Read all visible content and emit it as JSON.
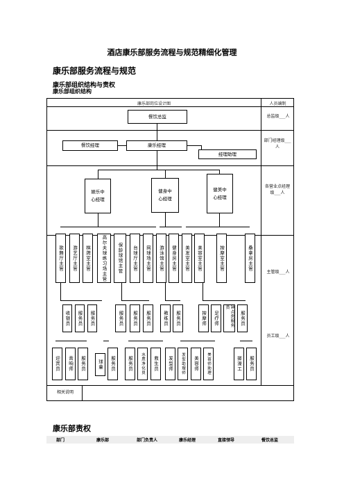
{
  "doc_title": "酒店康乐部服务流程与规范精细化管理",
  "heading1": "康乐部服务流程与规范",
  "heading2": "康乐部组织结构与责权",
  "heading3": "康乐部组织结构",
  "table": {
    "header_left": "康乐部岗位设计图",
    "header_right": "人员编制",
    "right_cells": [
      "总监级___人",
      "部门经理级___人",
      "各营业点经理级___人",
      "主管级___人",
      "员工级___人"
    ],
    "footer_label": "相关说明"
  },
  "org": {
    "director": "餐饮总监",
    "fb_manager": "餐饮经理",
    "rec_manager": "康乐经理",
    "assistant": "经理助理",
    "centers": [
      "娱乐中心经理",
      "健身中心经理",
      "健美中心经理"
    ],
    "supervisors": [
      "歌舞厅主管",
      "游艺厅主管",
      "棋牌室主管",
      "高尔夫球练习场主管",
      "保龄球馆主管",
      "台球厅主管",
      "网球场主管",
      "游泳馆主管",
      "健身房主管",
      "美发室主管",
      "美容室主管",
      "按摩室主管",
      "桑拿房主管"
    ],
    "staff_row1": [
      "收银员",
      "服务员",
      "服务员",
      "服务员",
      "服务员",
      "服务员",
      "教练员",
      "服务员",
      "按摩师",
      "足疗师",
      "钟点房服务员",
      "服务员"
    ],
    "staff_row2": [
      "迎宾员",
      "音响师",
      "服务员",
      "球童",
      "服务员",
      "服务员",
      "水质净化员",
      "救生员",
      "发型师",
      "发型助理师",
      "美容师",
      "美容师助理",
      "搓澡工",
      "服务员"
    ]
  },
  "section2_title": "康乐部责权",
  "resp_header": [
    "部门",
    "康乐部",
    "部门负责人",
    "康乐经理",
    "直接领导",
    "餐饮总监"
  ]
}
